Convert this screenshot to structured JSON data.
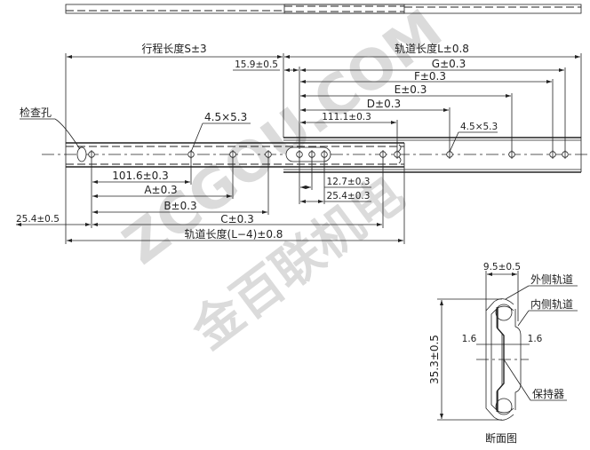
{
  "drawing": {
    "stroke_length_label": "行程长度S±3",
    "rail_length_label": "轨道长度L±0.8",
    "offset_label": "15.9±0.5",
    "dim_g": "G±0.3",
    "dim_f": "F±0.3",
    "dim_e": "E±0.3",
    "dim_d": "D±0.3",
    "dim_111": "111.1±0.3",
    "inspection_hole_label": "检查孔",
    "hole_size_left": "4.5×5.3",
    "hole_size_right": "4.5×5.3",
    "dim_101": "101.6±0.3",
    "dim_a": "A±0.3",
    "dim_b": "B±0.3",
    "dim_c": "C±0.3",
    "dim_12_7": "12.7±0.3",
    "dim_25_4_03": "25.4±0.3",
    "dim_25_4_05": "25.4±0.5",
    "inner_rail_length_label": "轨道长度(L−4)±0.8"
  },
  "cross_section": {
    "width_label": "9.5±0.5",
    "height_label": "35.3±0.5",
    "outer_rail_label": "外侧轨道",
    "inner_rail_label": "内侧轨道",
    "gap_left": "1.6",
    "gap_right": "1.6",
    "retainer_label": "保持器",
    "title": "断面图"
  },
  "watermark": {
    "text_en": "ZCGOU.COM",
    "text_cn": "金百联机电"
  }
}
